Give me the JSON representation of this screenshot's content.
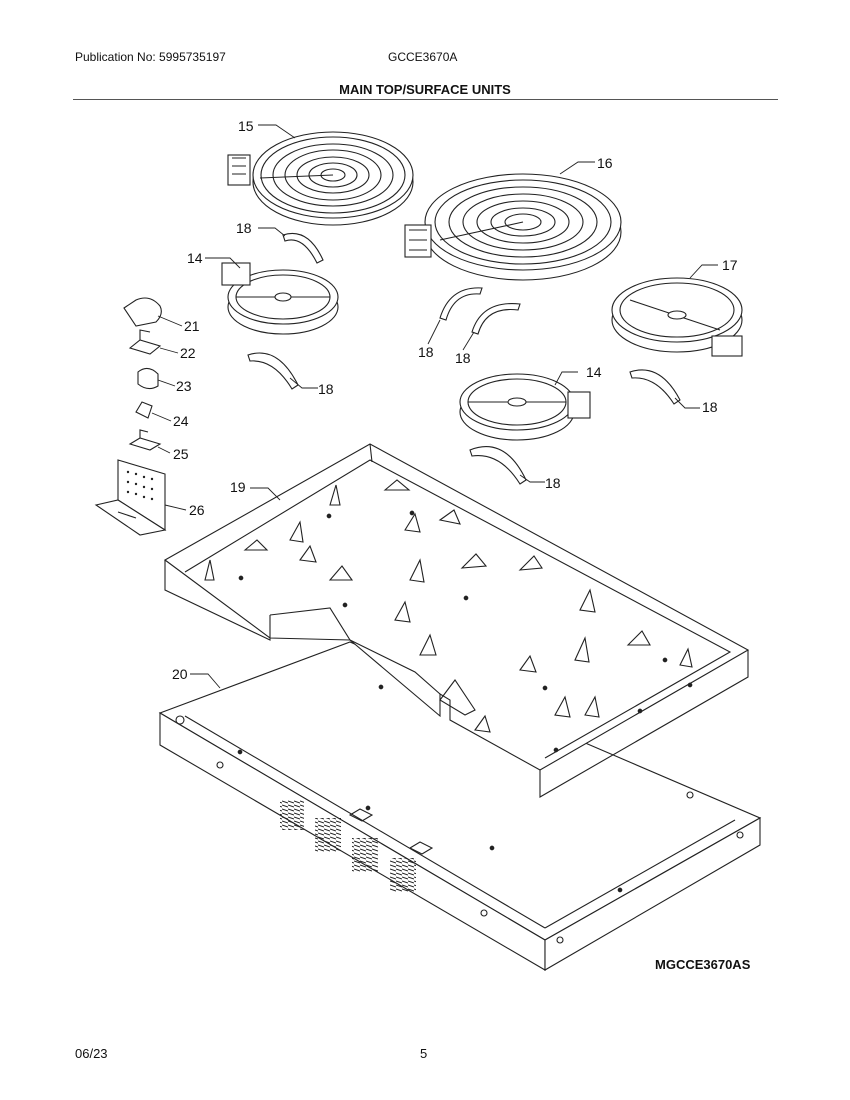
{
  "header": {
    "publication": "Publication No: 5995735197",
    "model": "GCCE3670A",
    "title": "MAIN TOP/SURFACE UNITS"
  },
  "diagram": {
    "drawing_id": "MGCCE3670AS",
    "callouts": {
      "p15": "15",
      "p16": "16",
      "p17": "17",
      "p14a": "14",
      "p14b": "14",
      "p18a": "18",
      "p18b": "18",
      "p18c": "18",
      "p18d": "18",
      "p18e": "18",
      "p18f": "18",
      "p19": "19",
      "p20": "20",
      "p21": "21",
      "p22": "22",
      "p23": "23",
      "p24": "24",
      "p25": "25",
      "p26": "26"
    }
  },
  "footer": {
    "date": "06/23",
    "page": "5"
  }
}
